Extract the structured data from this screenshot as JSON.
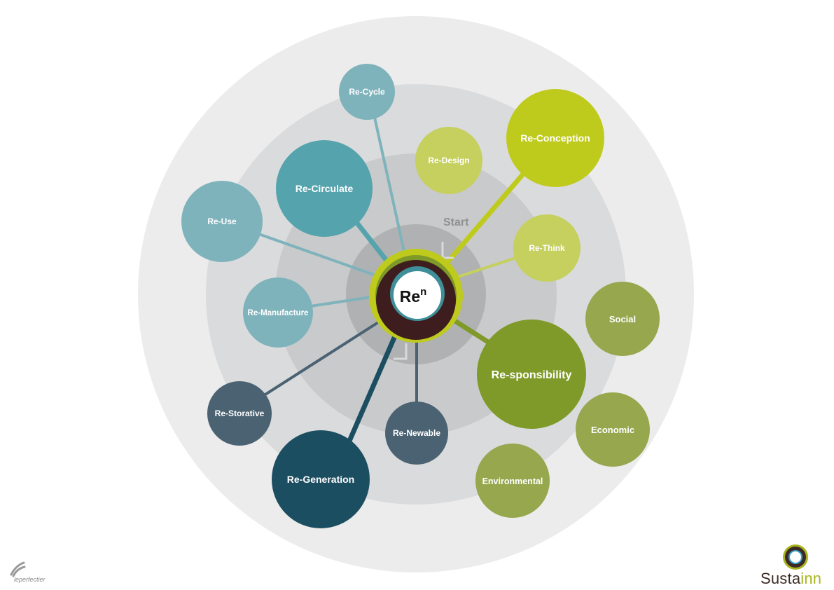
{
  "center": {
    "label": "Re",
    "superscript": "n"
  },
  "start_label": "Start",
  "nodes": [
    {
      "id": "re-cycle",
      "label": "Re-Cycle",
      "color": "#7fb3bc"
    },
    {
      "id": "re-circulate",
      "label": "Re-Circulate",
      "color": "#54a3ad"
    },
    {
      "id": "re-use",
      "label": "Re-Use",
      "color": "#7fb3bc"
    },
    {
      "id": "re-manufacture",
      "label": "Re-Manufacture",
      "color": "#7fb3bc"
    },
    {
      "id": "re-storative",
      "label": "Re-Storative",
      "color": "#4a6272"
    },
    {
      "id": "re-generation",
      "label": "Re-Generation",
      "color": "#1c4e61"
    },
    {
      "id": "re-newable",
      "label": "Re-Newable",
      "color": "#4a6272"
    },
    {
      "id": "re-design",
      "label": "Re-Design",
      "color": "#c5d05e"
    },
    {
      "id": "re-conception",
      "label": "Re-Conception",
      "color": "#bfcb1c"
    },
    {
      "id": "re-think",
      "label": "Re-Think",
      "color": "#c5d05e"
    },
    {
      "id": "re-sponsibility",
      "label": "Re-sponsibility",
      "color": "#7f9a28"
    },
    {
      "id": "social",
      "label": "Social",
      "color": "#96a74e"
    },
    {
      "id": "economic",
      "label": "Economic",
      "color": "#96a74e"
    },
    {
      "id": "environmental",
      "label": "Environmental",
      "color": "#96a74e"
    }
  ],
  "logos": {
    "left": {
      "text": "leperfectier"
    },
    "right": {
      "text_part1": "Susta",
      "text_part2": "inn"
    }
  }
}
